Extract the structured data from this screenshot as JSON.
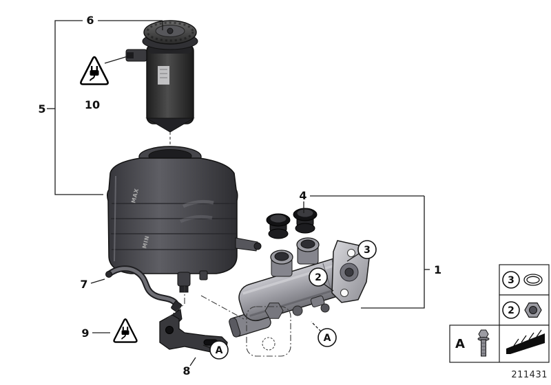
{
  "callouts": {
    "n1": "1",
    "n2": "2",
    "n3": "3",
    "n4": "4",
    "n5": "5",
    "n6": "6",
    "n7": "7",
    "n8": "8",
    "n9": "9",
    "n10": "10",
    "a": "A"
  },
  "legend": {
    "oring_label": "3",
    "nut_label": "2",
    "bolt_label": "A"
  },
  "reservoir": {
    "max_mark": "MAX",
    "min_mark": "MIN"
  },
  "footer": {
    "doc_number": "211431"
  },
  "icons": {
    "warning_top": "electrical-plug-warning-triangle",
    "warning_bottom": "electrical-plug-warning-triangle"
  },
  "colors": {
    "background": "#ffffff",
    "line": "#1a1a1a",
    "dark_plastic": "#2f2f33",
    "metal": "#a8a8ae"
  }
}
